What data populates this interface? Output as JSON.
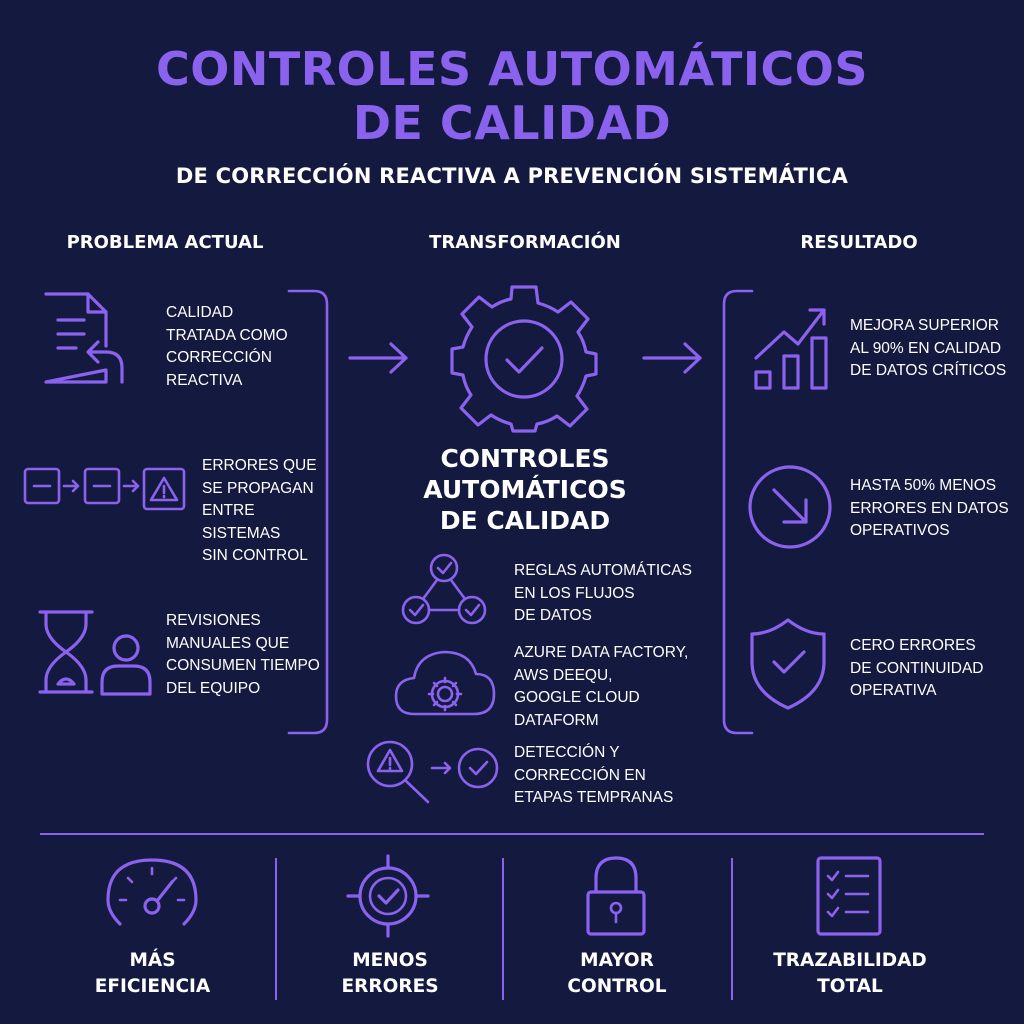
{
  "header": {
    "title_line1": "CONTROLES AUTOMÁTICOS",
    "title_line2": "DE CALIDAD",
    "subtitle": "DE CORRECCIÓN REACTIVA A PREVENCIÓN SISTEMÁTICA"
  },
  "columns": {
    "problem": "PROBLEMA ACTUAL",
    "transform": "TRANSFORMACIÓN",
    "result": "RESULTADO"
  },
  "problems": [
    [
      "CALIDAD",
      "TRATADA COMO",
      "CORRECCIÓN",
      "REACTIVA"
    ],
    [
      "ERRORES QUE",
      "SE PROPAGAN",
      "ENTRE SISTEMAS",
      "SIN CONTROL"
    ],
    [
      "REVISIONES",
      "MANUALES QUE",
      "CONSUMEN TIEMPO",
      "DEL EQUIPO"
    ]
  ],
  "center": {
    "title_line1": "CONTROLES",
    "title_line2": "AUTOMÁTICOS",
    "title_line3": "DE CALIDAD",
    "items": [
      [
        "REGLAS AUTOMÁTICAS",
        "EN LOS FLUJOS",
        "DE DATOS"
      ],
      [
        "AZURE DATA FACTORY,",
        "AWS DEEQU,",
        "GOOGLE CLOUD",
        "DATAFORM"
      ],
      [
        "DETECCIÓN Y",
        "CORRECCIÓN EN",
        "ETAPAS TEMPRANAS"
      ]
    ]
  },
  "results": [
    [
      "MEJORA SUPERIOR",
      "AL 90% EN CALIDAD",
      "DE DATOS CRÍTICOS"
    ],
    [
      "HASTA 50% MENOS",
      "ERRORES EN DATOS",
      "OPERATIVOS"
    ],
    [
      "CERO ERRORES",
      "DE CONTINUIDAD",
      "OPERATIVA"
    ]
  ],
  "benefits": [
    [
      "MÁS",
      "EFICIENCIA"
    ],
    [
      "MENOS",
      "ERRORES"
    ],
    [
      "MAYOR",
      "CONTROL"
    ],
    [
      "TRAZABILIDAD",
      "TOTAL"
    ]
  ],
  "icons": {
    "problem": [
      "document-return-icon",
      "error-propagation-icon",
      "hourglass-person-icon"
    ],
    "center": [
      "gear-check-icon",
      "workflow-rules-icon",
      "cloud-gear-icon",
      "search-warning-check-icon"
    ],
    "results": [
      "growth-chart-icon",
      "down-arrow-circle-icon",
      "shield-check-icon"
    ],
    "benefits": [
      "speedometer-icon",
      "target-check-icon",
      "padlock-icon",
      "checklist-icon"
    ]
  },
  "colors": {
    "background": "#141a3f",
    "accent": "#8b62ee",
    "text": "#ffffff"
  }
}
